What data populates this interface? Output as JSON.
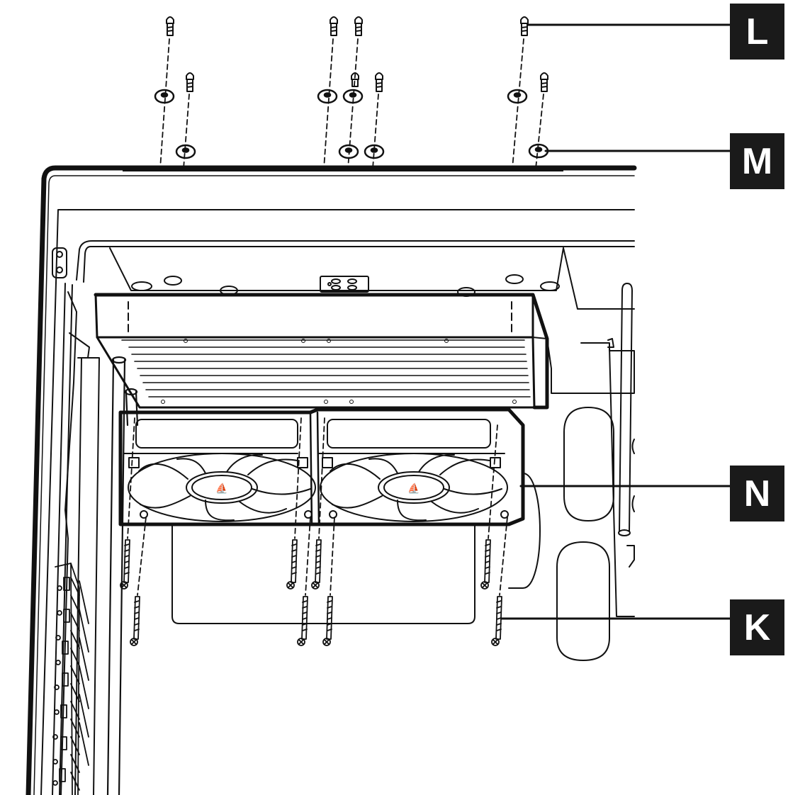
{
  "callouts": {
    "L": "L",
    "M": "M",
    "N": "N",
    "K": "K"
  },
  "fans": {
    "logo_glyph": "⛵"
  }
}
